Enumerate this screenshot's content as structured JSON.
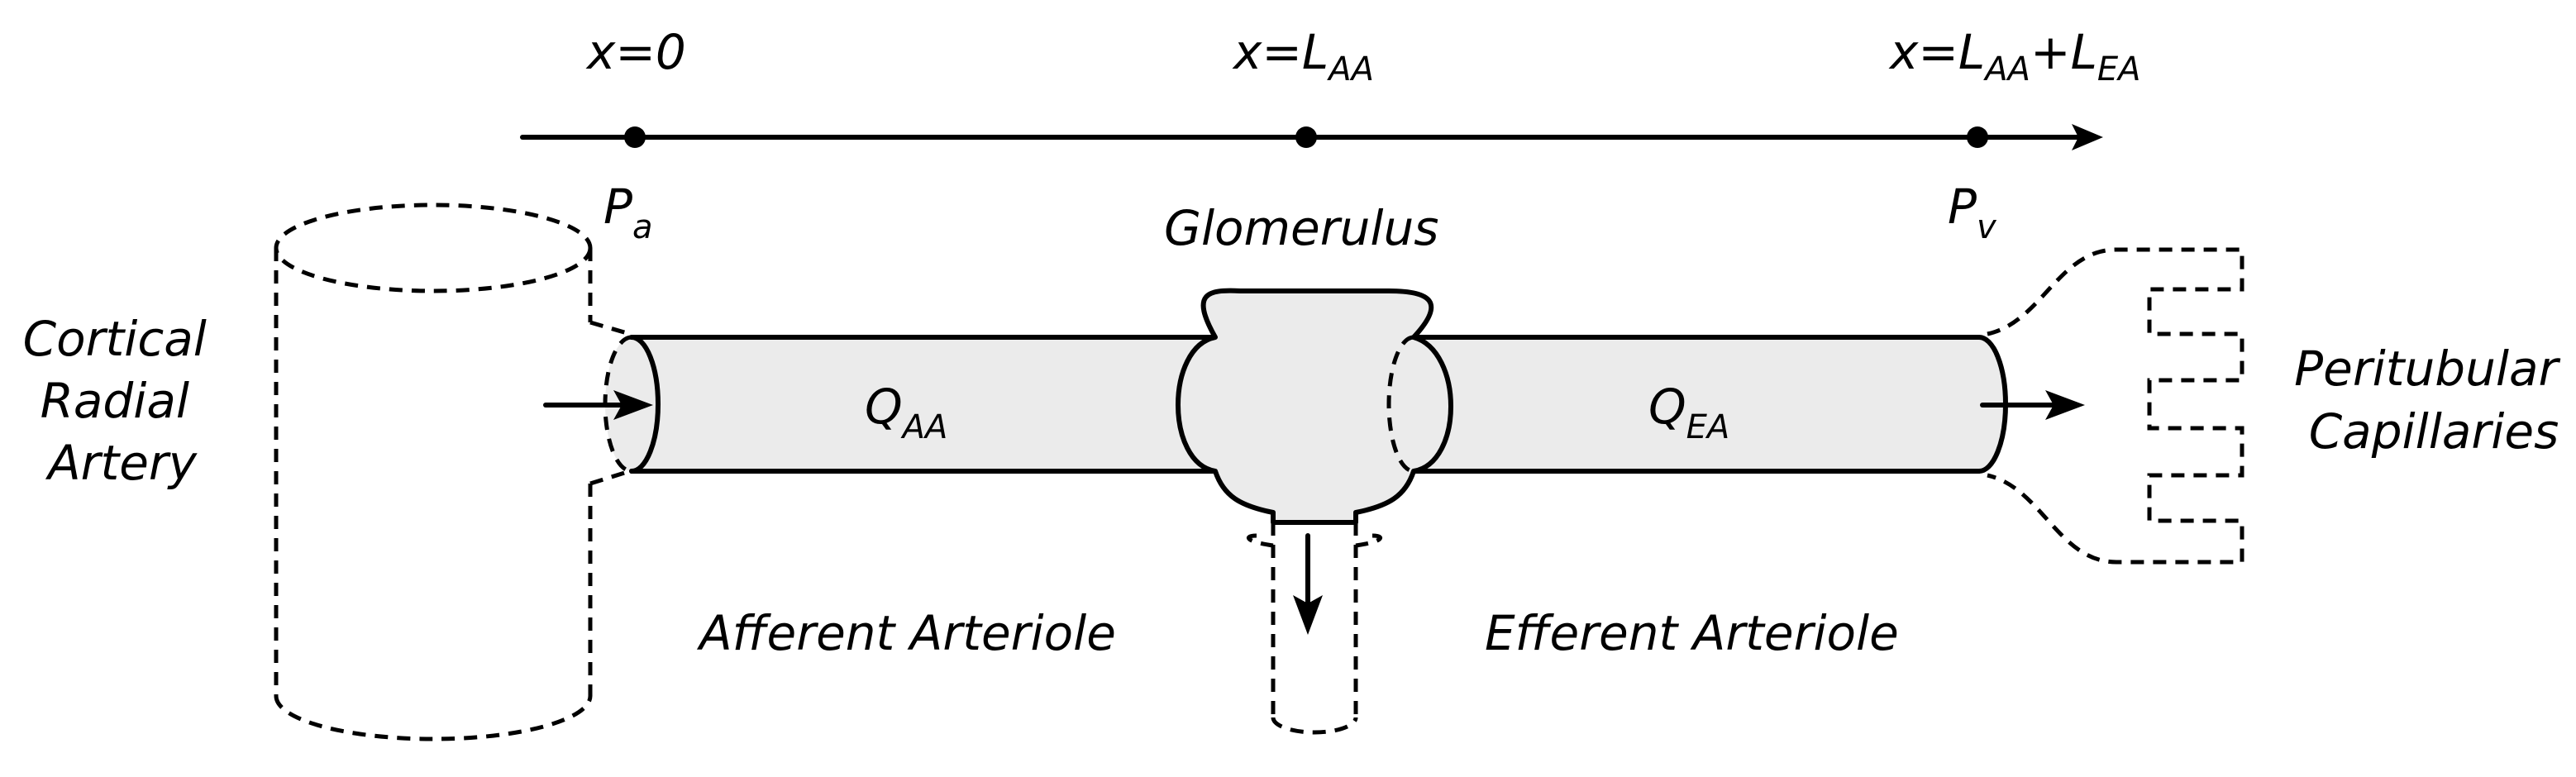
{
  "axis": {
    "origin_label": "x=0",
    "mid_label": {
      "main": "x=L",
      "sub": "AA"
    },
    "end_label": {
      "part1": "x=L",
      "sub1": "AA",
      "part2": "+L",
      "sub2": "EA"
    }
  },
  "pressures": {
    "arterial": {
      "main": "P",
      "sub": "a"
    },
    "venous": {
      "main": "P",
      "sub": "v"
    }
  },
  "labels": {
    "glomerulus": "Glomerulus",
    "cortical": [
      "Cortical",
      "Radial",
      "Artery"
    ],
    "peritubular": [
      "Peritubular",
      "Capillaries"
    ],
    "afferent": "Afferent Arteriole",
    "efferent": "Efferent Arteriole"
  },
  "flows": {
    "afferent": {
      "main": "Q",
      "sub": "AA"
    },
    "efferent": {
      "main": "Q",
      "sub": "EA"
    }
  },
  "colors": {
    "stroke": "#000000",
    "tube_fill": "#ebebeb",
    "background": "#ffffff"
  }
}
